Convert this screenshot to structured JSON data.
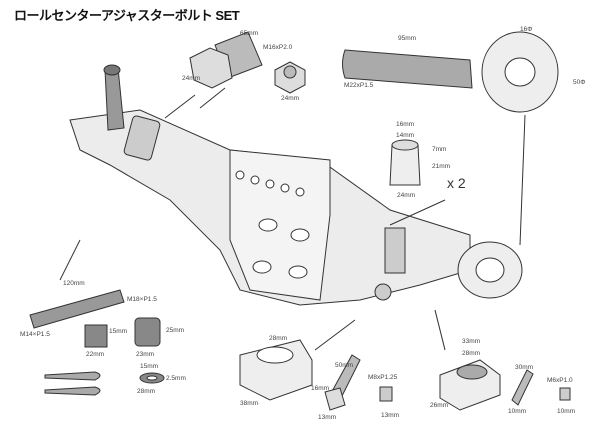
{
  "title": "ロールセンターアジャスターボルト SET",
  "labels": {
    "bolt_length": "65mm",
    "bolt_thread": "M16xP2.0",
    "bolt_head": "24mm",
    "nut_top": "24mm",
    "rod_length": "95mm",
    "rod_bore": "16Φ",
    "rod_outer": "50Φ",
    "rod_thread": "M22xP1.5",
    "spacer_outer_top": "16mm",
    "spacer_inner_top": "14mm",
    "spacer_step": "7mm",
    "spacer_height": "21mm",
    "spacer_base": "24mm",
    "spacer_qty": "x 2",
    "pin_length": "120mm",
    "pin_thread_a": "M18×P1.5",
    "pin_thread_b": "M14×P1.5",
    "castle_small_h": "15mm",
    "castle_small_w": "22mm",
    "castle_big_h": "25mm",
    "castle_big_w": "23mm",
    "washer_inner": "15mm",
    "washer_thick": "2.5mm",
    "washer_outer": "28mm",
    "clamp1_bore": "28mm",
    "clamp1_len": "38mm",
    "clamp1_h": "16mm",
    "bolt8_len": "50mm",
    "bolt8_thread": "M8xP1.25",
    "bolt8_head": "13mm",
    "nut8": "13mm",
    "clamp2_outer": "33mm",
    "clamp2_bore": "28mm",
    "clamp2_len": "26mm",
    "bolt6_len": "30mm",
    "bolt6_thread": "M6xP1.0",
    "bolt6_head": "10mm",
    "nut6": "10mm"
  },
  "colors": {
    "part": "#d9d9d9",
    "line": "#333333"
  }
}
